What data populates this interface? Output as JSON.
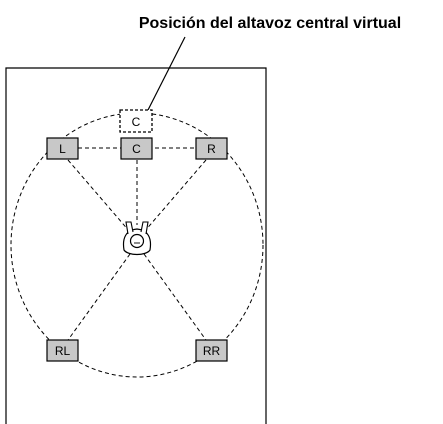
{
  "caption": "Posición del altavoz central virtual",
  "speakers": {
    "virtual_center": {
      "label": "C"
    },
    "front_left": {
      "label": "L"
    },
    "center": {
      "label": "C"
    },
    "front_right": {
      "label": "R"
    },
    "rear_left": {
      "label": "RL"
    },
    "rear_right": {
      "label": "RR"
    }
  },
  "colors": {
    "speaker_fill": "#c8c8c8",
    "line": "#000000",
    "background": "#ffffff"
  },
  "listener_icon": "listener-person-icon"
}
